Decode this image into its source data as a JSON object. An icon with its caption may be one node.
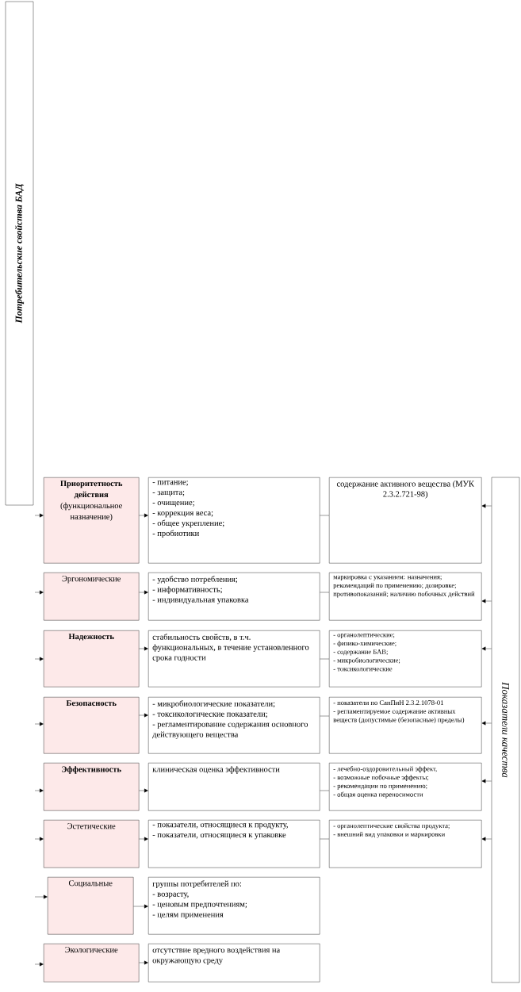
{
  "diagram": {
    "nodes": [
      {
        "text": [
          "Потребительские свойства БАД"
        ]
      },
      {
        "text": [
          "Показатели качества"
        ]
      },
      {
        "text": [
          "Приоритетность действия",
          "(функциональное назначение)"
        ]
      },
      {
        "text": [
          "- питание;",
          "- защита;",
          "- очищение;",
          "- коррекция веса;",
          "- общее укрепление;",
          "- пробиотики"
        ]
      },
      {
        "text": [
          "содержание активного вещества (МУК 2.3.2.721-98)"
        ]
      },
      {
        "text": [
          "Эргономические"
        ]
      },
      {
        "text": [
          "- удобство потребления;",
          "- информативность;",
          "- индивидуальная упаковка"
        ]
      },
      {
        "text": [
          "маркировка с указанием: назначения; рекомендаций по применению; дозировке; противопоказаний; наличию побочных действий"
        ]
      },
      {
        "text": [
          "Надежность"
        ]
      },
      {
        "text": [
          "стабильность свойств, в т.ч. функциональных, в течение установленного срока годности"
        ]
      },
      {
        "text": [
          "- органолептические;",
          "- физико-химические;",
          "- содержание БАВ;",
          "- микробиологические;",
          "- токсикологические"
        ]
      },
      {
        "text": [
          "Безопасность"
        ]
      },
      {
        "text": [
          "- микробиологические показатели;",
          "- токсикологические показатели;",
          "- регламентирование содержания основного действующего вещества"
        ]
      },
      {
        "text": [
          "- показатели по СанПиН 2.3.2.1078-01",
          "- регламентируемое содержание активных веществ (допустимые (безопасные) пределы)"
        ]
      },
      {
        "text": [
          "Эффективность"
        ]
      },
      {
        "text": [
          "клиническая оценка эффективности"
        ]
      },
      {
        "text": [
          "- лечебно-оздоровительный эффект,",
          "- возможные побочные эффекты;",
          "- рекомендации по применению;",
          "- общая оценка переносимости"
        ]
      },
      {
        "text": [
          "Эстетические"
        ]
      },
      {
        "text": [
          "- показатели, относящиеся к продукту,",
          "- показатели, относящиеся к упаковке"
        ]
      },
      {
        "text": [
          "- органолептические свойства продукта;",
          "- внешний вид упаковки и маркировки"
        ]
      },
      {
        "text": [
          "Социальные"
        ]
      },
      {
        "text": [
          "группы потребителей по:",
          "- возрасту,",
          "- ценовым предпочтениям;",
          "- целям применения"
        ]
      },
      {
        "text": [
          "Экологические"
        ]
      },
      {
        "text": [
          "отсутствие вредного воздействия на окружающую среду"
        ]
      }
    ],
    "edges": [
      {
        "from": null,
        "to": 2,
        "arrow": "to"
      },
      {
        "from": 2,
        "to": 3,
        "arrow": "to"
      },
      {
        "from": 3,
        "to": 4,
        "arrow": "none"
      },
      {
        "from": 1,
        "to": 4,
        "arrow": "to"
      },
      {
        "from": null,
        "to": 5,
        "arrow": "to"
      },
      {
        "from": 5,
        "to": 6,
        "arrow": "to"
      },
      {
        "from": 6,
        "to": 7,
        "arrow": "none"
      },
      {
        "from": 1,
        "to": 7,
        "arrow": "to"
      },
      {
        "from": null,
        "to": 8,
        "arrow": "to"
      },
      {
        "from": 8,
        "to": 9,
        "arrow": "to"
      },
      {
        "from": 9,
        "to": 10,
        "arrow": "none"
      },
      {
        "from": 1,
        "to": 10,
        "arrow": "to"
      },
      {
        "from": null,
        "to": 11,
        "arrow": "to"
      },
      {
        "from": 11,
        "to": 12,
        "arrow": "to"
      },
      {
        "from": 12,
        "to": 13,
        "arrow": "none"
      },
      {
        "from": 1,
        "to": 13,
        "arrow": "to"
      },
      {
        "from": null,
        "to": 14,
        "arrow": "to"
      },
      {
        "from": 14,
        "to": 15,
        "arrow": "to"
      },
      {
        "from": 15,
        "to": 16,
        "arrow": "none"
      },
      {
        "from": 1,
        "to": 16,
        "arrow": "to"
      },
      {
        "from": null,
        "to": 17,
        "arrow": "to"
      },
      {
        "from": 17,
        "to": 18,
        "arrow": "to"
      },
      {
        "from": 18,
        "to": 19,
        "arrow": "none"
      },
      {
        "from": 1,
        "to": 19,
        "arrow": "to"
      },
      {
        "from": null,
        "to": 20,
        "arrow": "to"
      },
      {
        "from": 20,
        "to": 21,
        "arrow": "to"
      },
      {
        "from": null,
        "to": 22,
        "arrow": "to"
      },
      {
        "from": 22,
        "to": 23,
        "arrow": "to"
      }
    ]
  }
}
